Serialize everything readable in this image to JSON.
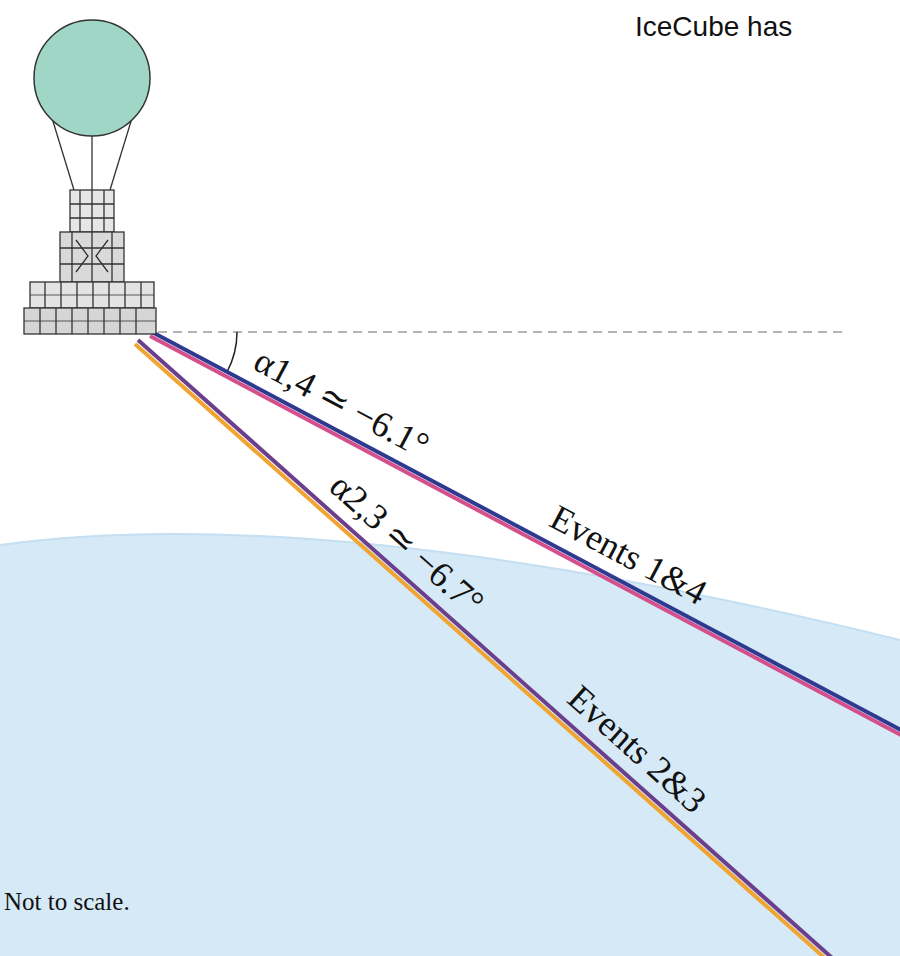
{
  "diagram": {
    "labels": [
      "IceCube has",
      "α1,4 ≃ −6.1°",
      "Events 1&4",
      "α2,3 ≃ −6.7°",
      "Events 2&3",
      "Not to scale."
    ]
  }
}
